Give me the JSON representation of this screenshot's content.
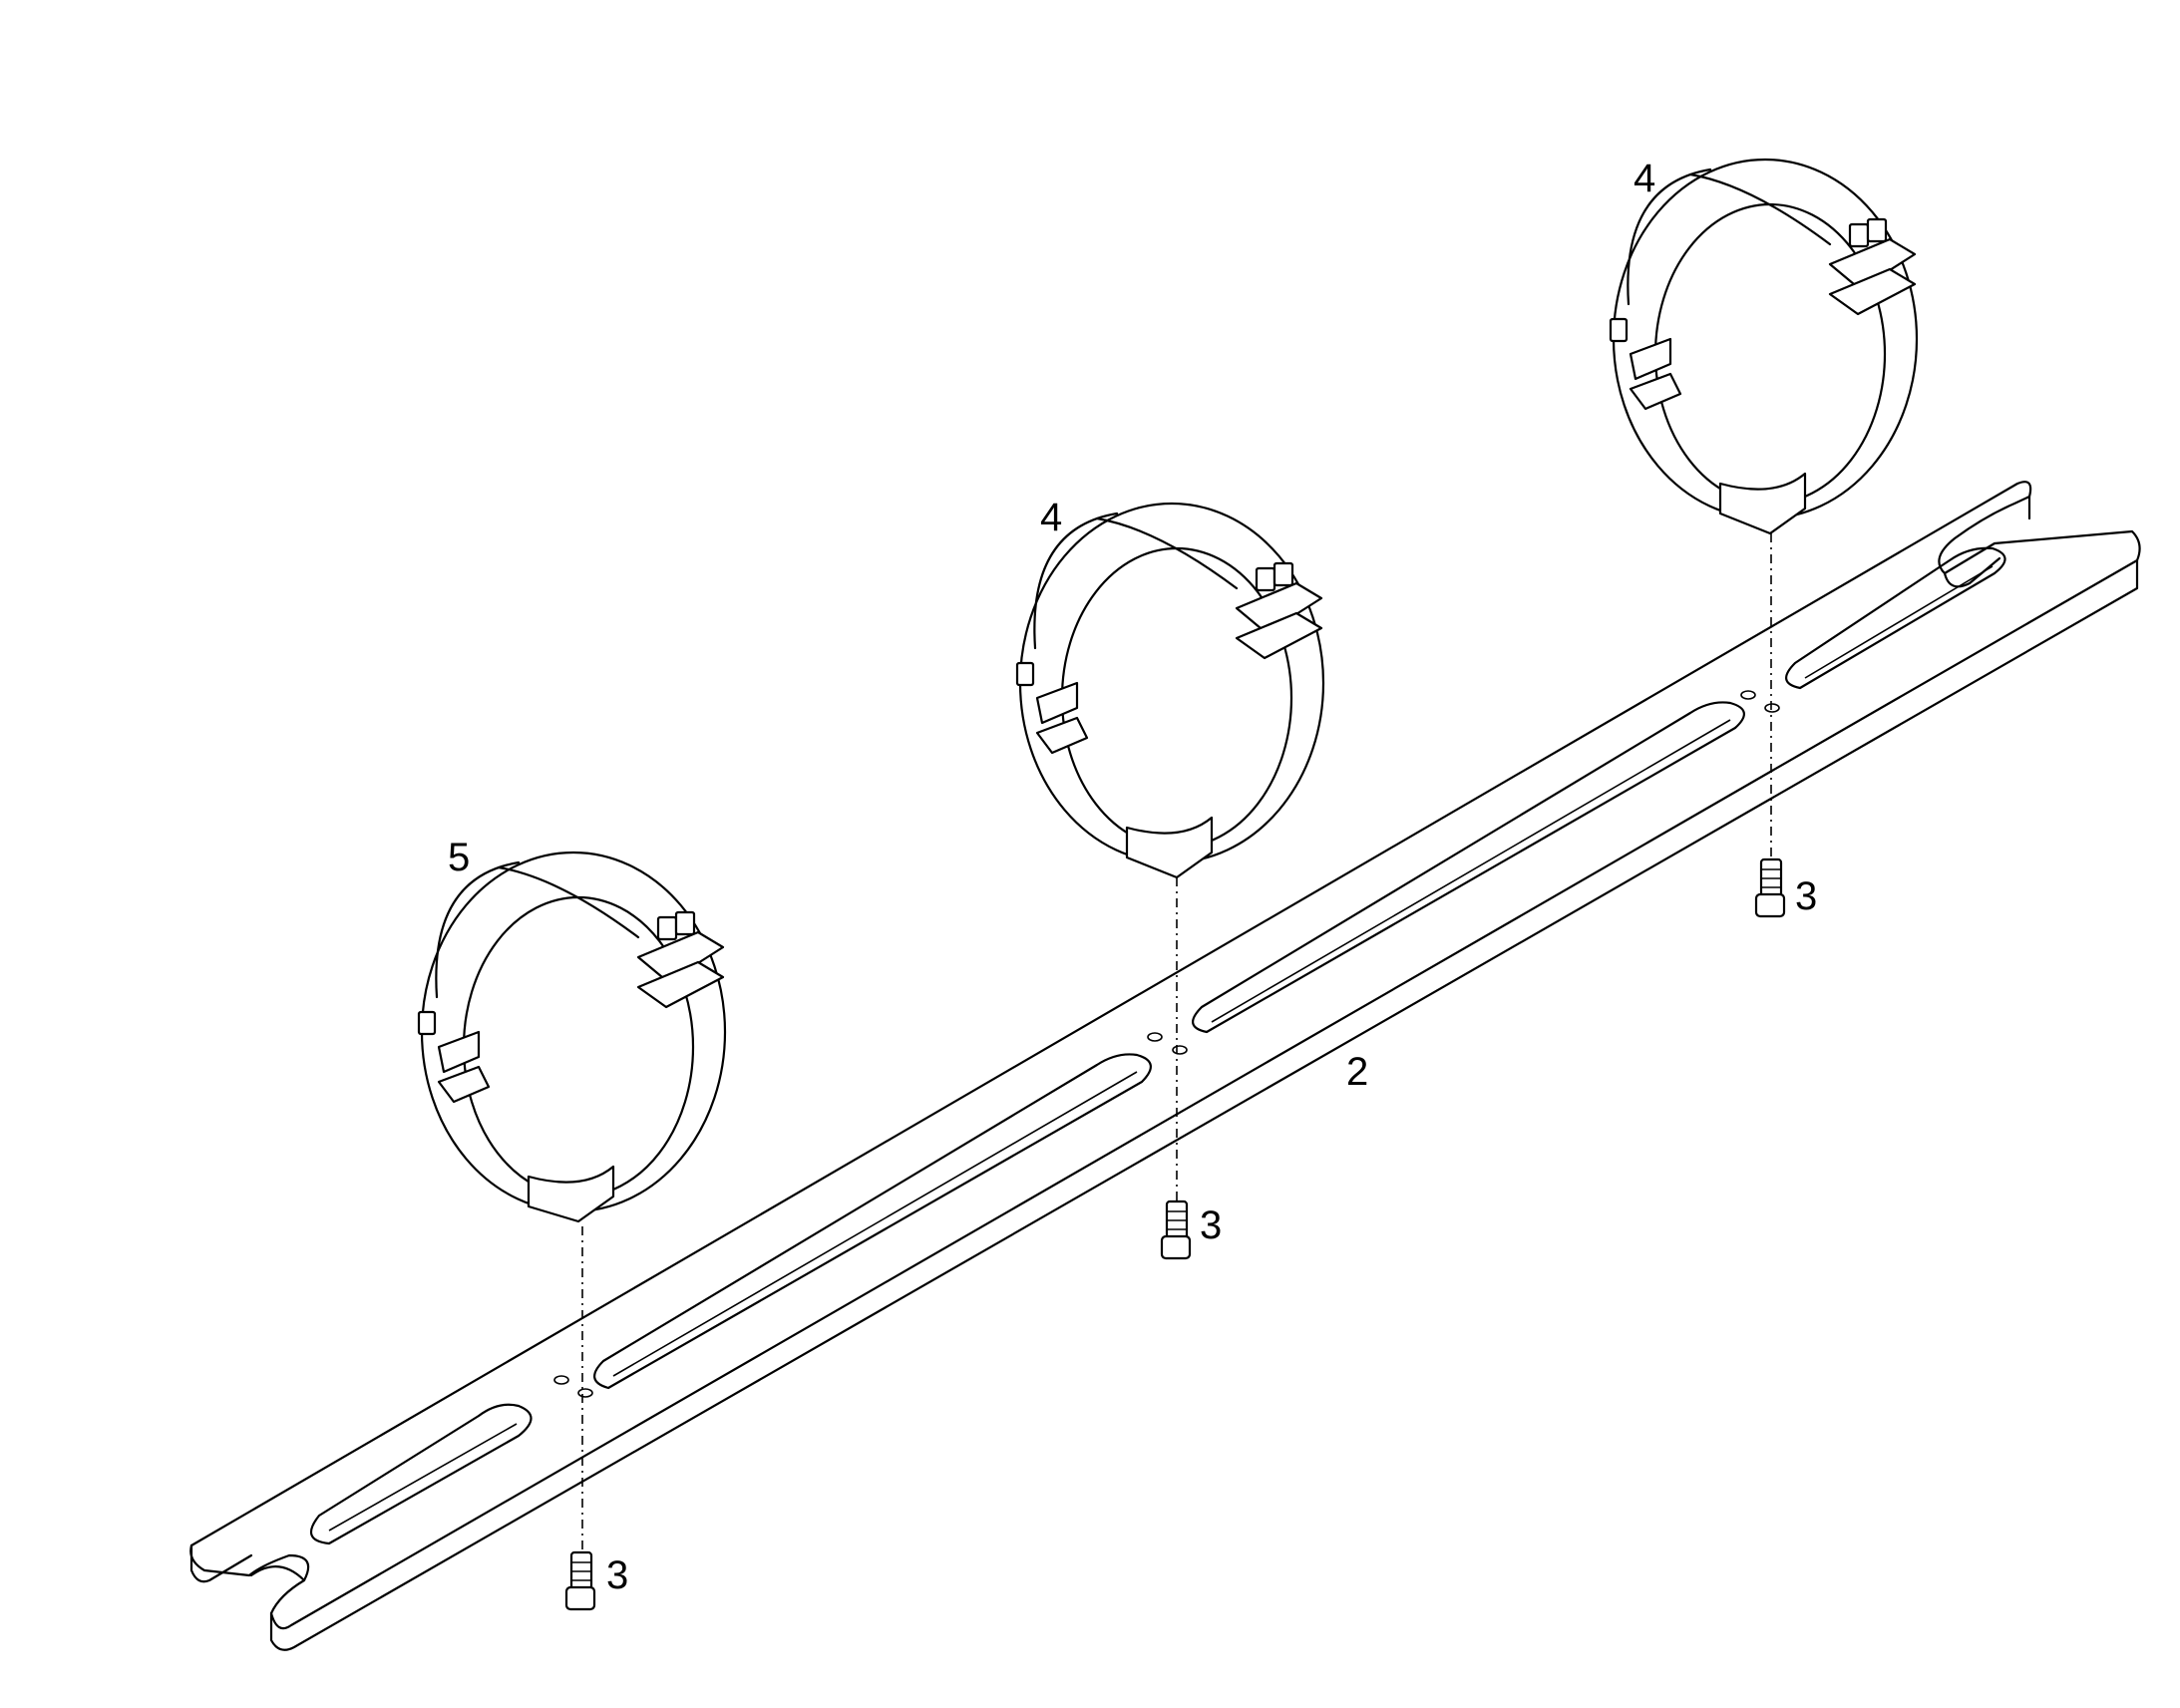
{
  "callouts": {
    "clamp_left": "5",
    "clamp_middle": "4",
    "clamp_right": "4",
    "rail": "2",
    "screw_left": "3",
    "screw_middle": "3",
    "screw_right": "3"
  }
}
